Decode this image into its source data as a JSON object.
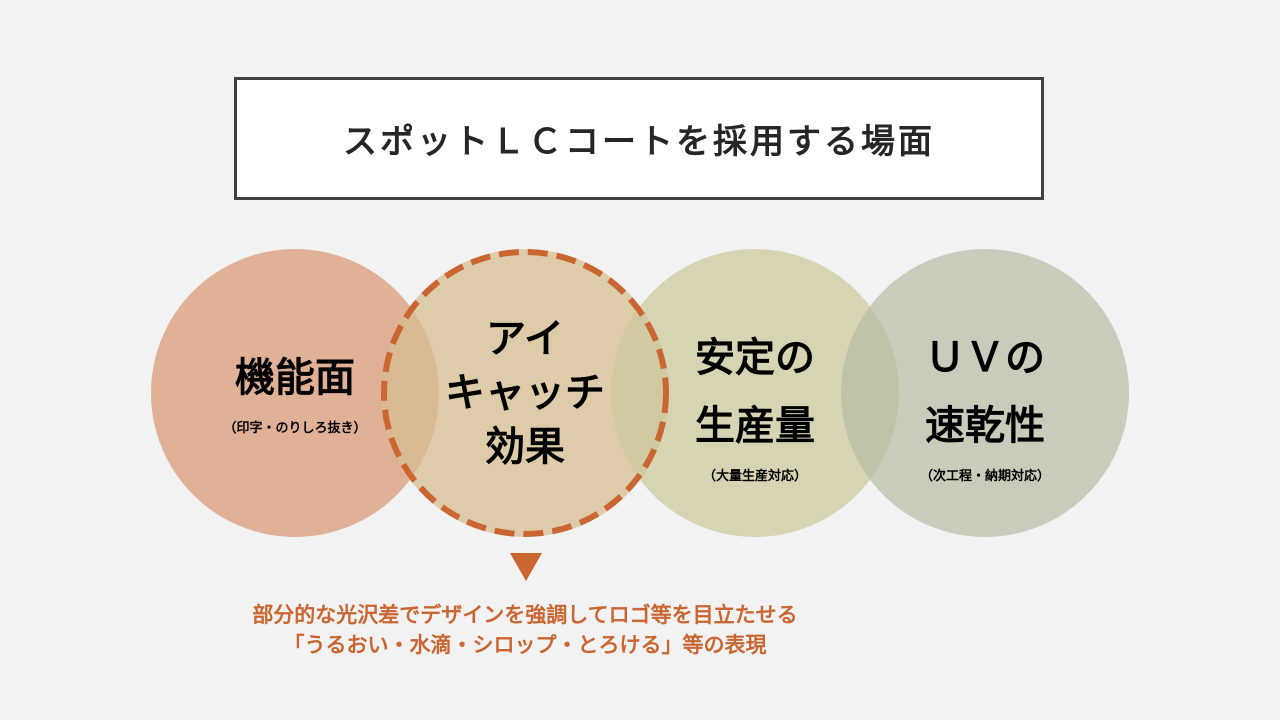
{
  "title": "スポットＬＣコートを採用する場面",
  "circles": [
    {
      "main": [
        "機能面"
      ],
      "sub": "（印字・のりしろ抜き）"
    },
    {
      "main": [
        "アイ",
        "キャッチ",
        "効果"
      ],
      "sub": ""
    },
    {
      "main": [
        "安定の",
        "生産量"
      ],
      "sub": "（大量生産対応）"
    },
    {
      "main": [
        "ＵＶの",
        "速乾性"
      ],
      "sub": "（次工程・納期対応）"
    }
  ],
  "note": [
    "部分的な光沢差でデザインを強調してロゴ等を目立たせる",
    "「うるおい・水滴・シロップ・とろける」等の表現"
  ],
  "colors": {
    "accent": "#c96632"
  }
}
